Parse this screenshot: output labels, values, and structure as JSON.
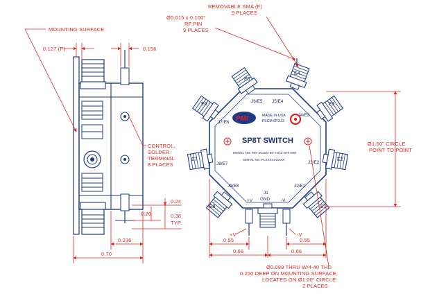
{
  "side_view": {
    "mounting_surface": "MOUNTING SURFACE",
    "dim_0127": "0.127 (P)",
    "dim_0156": "0.156",
    "control_line1": "CONTROL,",
    "control_line2": "SOLDER",
    "control_line3": "TERMINAL",
    "control_line4": "8 PLACES",
    "dim_024": "0.24",
    "dim_020": "0.20",
    "dim_038": "0.38",
    "dim_typ": "TYP.",
    "dim_0236": "0.236",
    "dim_070": "0.70"
  },
  "front_view": {
    "sma_line1": "REMOVABLE SMA (F)",
    "sma_line2": "9 PLACES",
    "rfpin_line1": "Ø0.015 x 0.100\"",
    "rfpin_line2": "RF PIN",
    "rfpin_line3": "9 PLACES",
    "title": "SP8T SWITCH",
    "made_in": "MADE IN USA",
    "fscm": "FSCM 0RX23",
    "logo": "PMI",
    "model": "MODEL NO: P8T-2G18G-60-T-512-SFF-MW",
    "serial": "SERIAL NO: PLXXXXXXXXX",
    "j1": "J1",
    "gnd": "GND",
    "plus_v": "+V",
    "minus_v": "-V",
    "circle_line1": "Ø1.50\" CIRCLE",
    "circle_line2": "POINT TO POINT",
    "dim_055_left": "0.55",
    "dim_055_right": "0.55",
    "dim_066_left": "0.66",
    "dim_066_right": "0.66",
    "plus_v_label": "+V",
    "minus_v_label": "-V",
    "hole_line1": "Ø0.089 THRU W/4-40 THD",
    "hole_line2": "0.250 DEEP ON MOUNTING SURFACE",
    "hole_line3": "LOCATED ON Ø1.00\" CIRCLE",
    "hole_line4": "2 PLACES",
    "ports": {
      "e5": "E5",
      "e4": "E4",
      "e6": "E6",
      "e3": "E3",
      "e7": "E7",
      "e2": "E2",
      "e8": "E8",
      "e1": "E1",
      "j6e5": "J6/E5",
      "j5e4": "J5/E4",
      "j7e6": "J7/E6",
      "j4e3": "J4/E3",
      "j8e7": "J8/E7",
      "j3e2": "J3/E2",
      "j9e8": "J9/E8",
      "j2e1": "J2/E1"
    }
  },
  "colors": {
    "dimension": "#e2231a",
    "outline": "#1a3a8a",
    "logo": "#e2231a"
  }
}
